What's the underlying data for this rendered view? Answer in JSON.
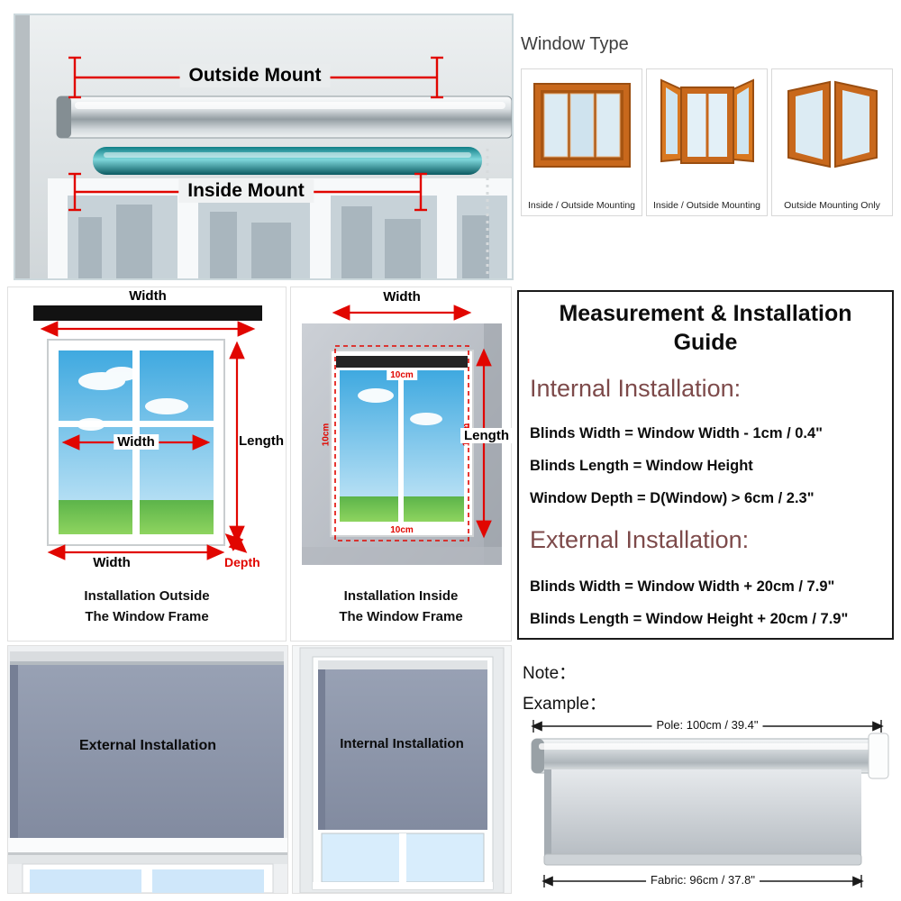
{
  "top": {
    "mount_photo": {
      "outside_label": "Outside Mount",
      "inside_label": "Inside Mount"
    },
    "window_type": {
      "heading": "Window Type",
      "cards": [
        {
          "icon": "sliding-window-icon",
          "caption": "Inside / Outside Mounting"
        },
        {
          "icon": "casement-window-icon",
          "caption": "Inside / Outside Mounting"
        },
        {
          "icon": "tilt-window-icon",
          "caption": "Outside Mounting Only"
        }
      ]
    }
  },
  "middle": {
    "outside_diagram": {
      "width_top": "Width",
      "length_label": "Length",
      "width_mid": "Width",
      "width_bottom": "Width",
      "depth_label": "Depth",
      "caption_line1": "Installation Outside",
      "caption_line2": "The Window Frame"
    },
    "inside_diagram": {
      "width_top": "Width",
      "length_label": "Length",
      "gap_top": "10cm",
      "gap_left": "10cm",
      "gap_right": "10cm",
      "gap_bottom": "10cm",
      "caption_line1": "Installation Inside",
      "caption_line2": "The Window Frame"
    },
    "guide": {
      "title_line1": "Measurement & Installation",
      "title_line2": "Guide",
      "internal_heading": "Internal Installation:",
      "internal_rules": [
        "Blinds Width = Window Width - 1cm / 0.4\"",
        "Blinds Length = Window Height",
        "Window Depth = D(Window) > 6cm / 2.3\""
      ],
      "external_heading": "External Installation:",
      "external_rules": [
        "Blinds Width = Window Width + 20cm / 7.9\"",
        "Blinds Length = Window Height + 20cm / 7.9\""
      ]
    }
  },
  "bottom": {
    "external_photo_label": "External Installation",
    "internal_photo_label": "Internal Installation",
    "note": {
      "note_label": "Note：",
      "example_label": "Example：",
      "pole_dim": "Pole: 100cm / 39.4\"",
      "fabric_dim": "Fabric: 96cm / 37.8\""
    }
  },
  "colors": {
    "accent_red": "#e10600",
    "heading_brown": "#7d4a4a",
    "window_orange": "#c8681c",
    "blind_gray": "#8a93a9"
  }
}
